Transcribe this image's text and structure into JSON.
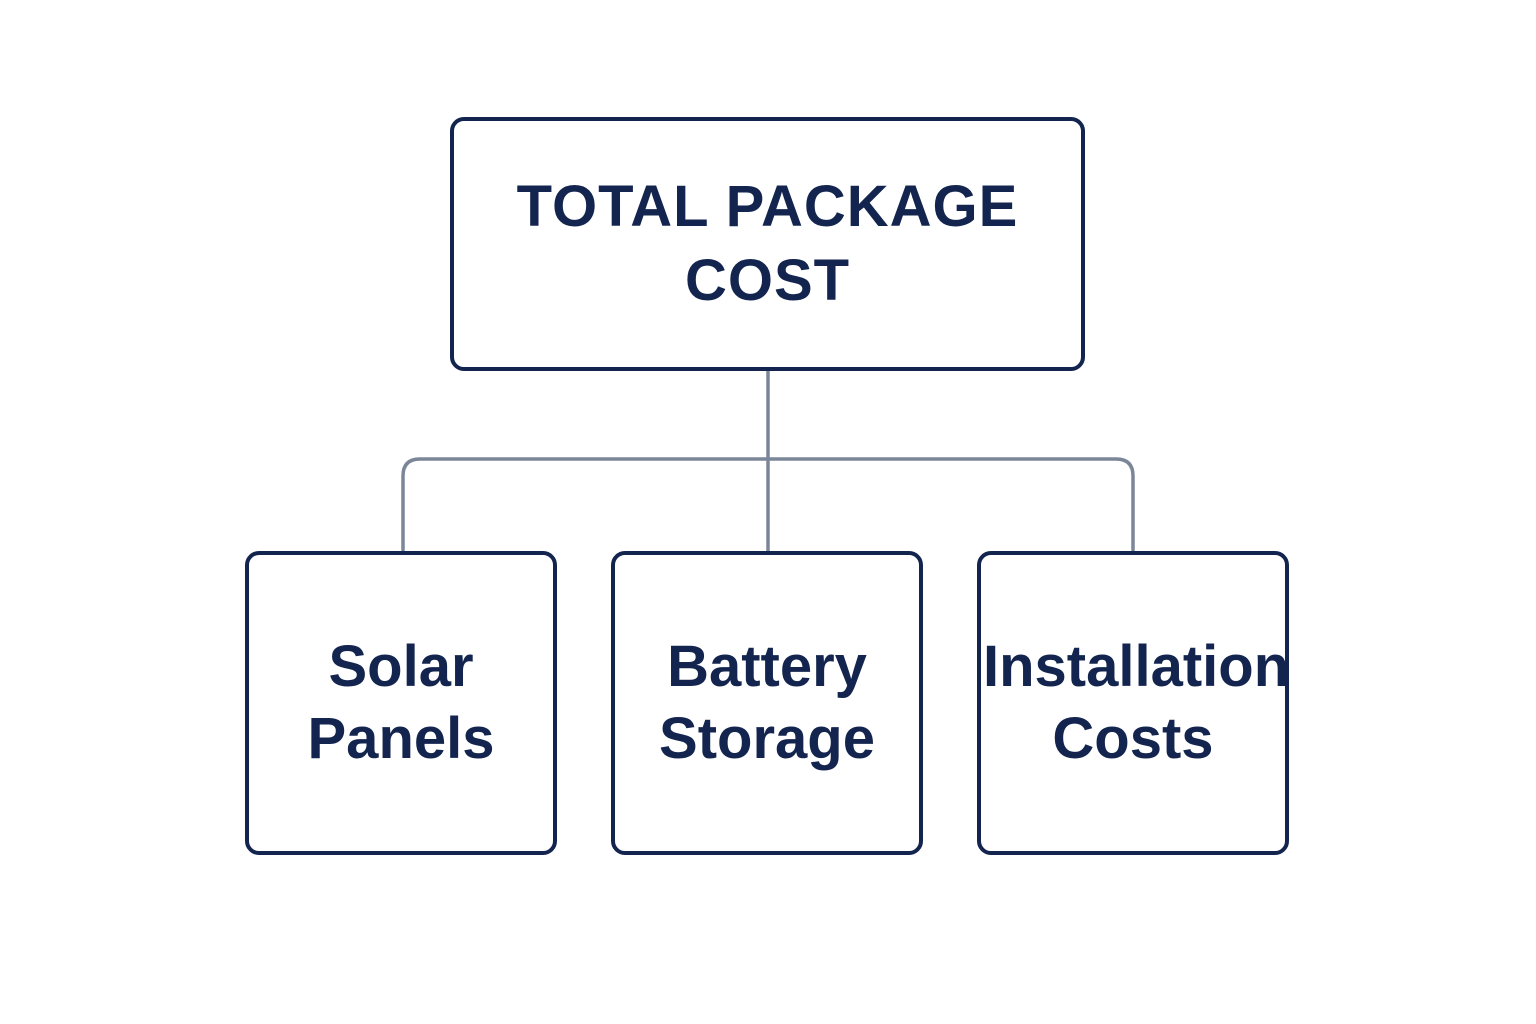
{
  "diagram": {
    "root": {
      "label": "TOTAL PACKAGE COST"
    },
    "children": [
      {
        "label": "Solar Panels"
      },
      {
        "label": "Battery Storage"
      },
      {
        "label": "Installation Costs"
      }
    ]
  },
  "colors": {
    "box_border": "#13254f",
    "text": "#13254f",
    "connector": "#7b8699",
    "background": "#ffffff"
  }
}
